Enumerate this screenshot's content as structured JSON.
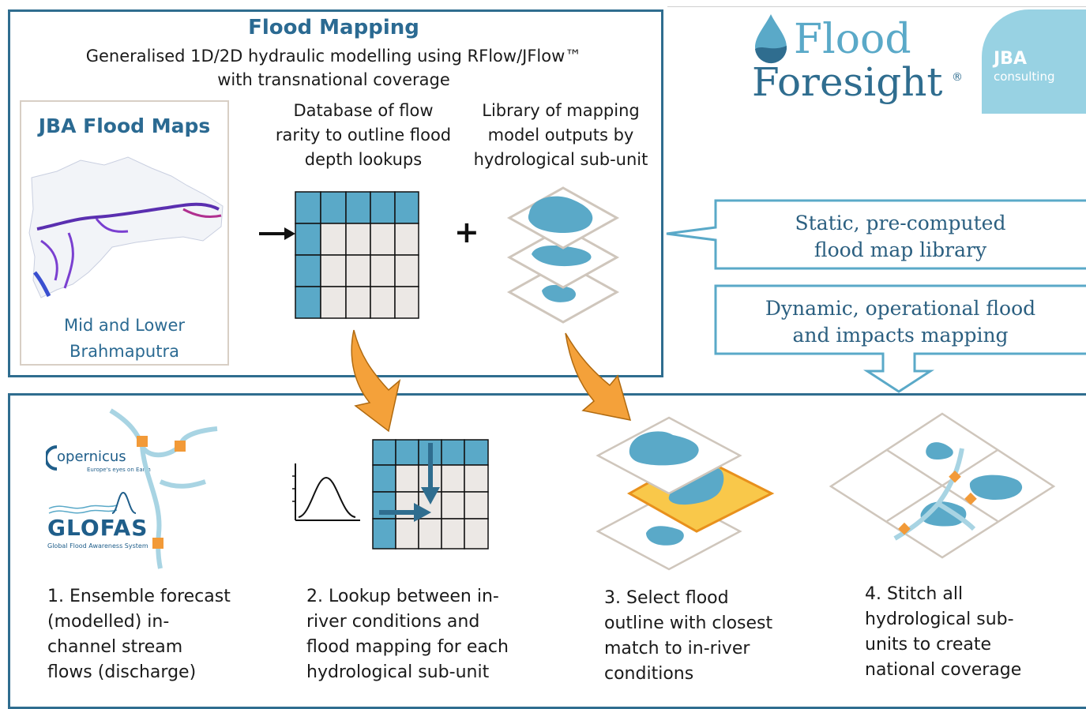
{
  "header": {
    "title": "Flood Mapping",
    "subtitle_line1": "Generalised 1D/2D hydraulic modelling using RFlow/JFlow™",
    "subtitle_line2": "with transnational coverage"
  },
  "map_panel": {
    "title": "JBA Flood Maps",
    "caption_line1": "Mid and Lower",
    "caption_line2": "Brahmaputra"
  },
  "database": {
    "line1": "Database of flow",
    "line2": "rarity to outline flood",
    "line3": "depth lookups"
  },
  "library": {
    "line1": "Library of mapping",
    "line2": "model outputs by",
    "line3": "hydrological sub-unit"
  },
  "plus_symbol": "+",
  "side_boxes": {
    "static_line1": "Static, pre-computed",
    "static_line2": "flood map library",
    "dynamic_line1": "Dynamic, operational flood",
    "dynamic_line2": "and impacts mapping"
  },
  "logos": {
    "flood": "Flood",
    "foresight": "Foresight",
    "registered": "®",
    "jba": "JBA",
    "consulting": "consulting",
    "copernicus": "opernicus",
    "copernicus_tagline": "Europe's eyes on Earth",
    "glofas": "GLOFAS",
    "glofas_tagline": "Global Flood Awareness System"
  },
  "steps": [
    {
      "lines": [
        "1. Ensemble forecast",
        "(modelled) in-",
        "channel stream",
        "flows (discharge)"
      ]
    },
    {
      "lines": [
        "2. Lookup between in-",
        "river conditions and",
        "flood mapping for each",
        "hydrological sub-unit"
      ]
    },
    {
      "lines": [
        "3. Select flood",
        "outline with closest",
        "match to in-river",
        "conditions"
      ]
    },
    {
      "lines": [
        "4. Stitch all",
        "hydrological sub-",
        "units to create",
        "national coverage"
      ]
    }
  ],
  "colors": {
    "frame": "#2f6d8f",
    "cell_blue": "#5aa9c8",
    "cell_grey": "#ece8e5",
    "blob": "#5aa9c8",
    "orange": "#f4a13a",
    "highlight": "#f9c84a",
    "river": "#a8d4e3",
    "node": "#f29a38"
  }
}
